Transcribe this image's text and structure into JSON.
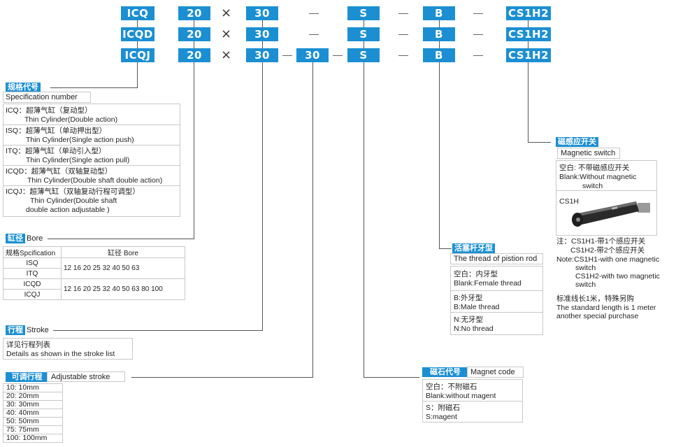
{
  "codes": {
    "rows": [
      {
        "model": "ICQ",
        "bore": "20",
        "times": "×",
        "stroke": "30",
        "adj": "",
        "magnet": "S",
        "thread": "B",
        "switch": "CS1H2"
      },
      {
        "model": "ICQD",
        "bore": "20",
        "times": "×",
        "stroke": "30",
        "adj": "",
        "magnet": "S",
        "thread": "B",
        "switch": "CS1H2"
      },
      {
        "model": "ICQJ",
        "bore": "20",
        "times": "×",
        "stroke": "30",
        "adj": "30",
        "magnet": "S",
        "thread": "B",
        "switch": "CS1H2"
      }
    ]
  },
  "spec": {
    "tag": "规格代号",
    "title_en": "Specification number",
    "items": [
      {
        "cn": "ICQ：超薄气缸（复动型）",
        "en": "Thin Cylinder(Double action)"
      },
      {
        "cn": "ISQ：超薄气缸（单动押出型）",
        "en": "Thin Cylinder(Single action push)"
      },
      {
        "cn": "ITQ：超薄气缸（单动引入型）",
        "en": "Thin Cylinder(Single action pull)"
      },
      {
        "cn": "ICQD：超薄气缸（双轴复动型）",
        "en": "Thin Cylinder(Double shaft double action)"
      },
      {
        "cn": "ICQJ：超薄气缸（双轴复动行程可调型）",
        "en": "Thin Cylinder(Double shaft",
        "en2": "double action adjustable )"
      }
    ]
  },
  "bore": {
    "tag": "缸径",
    "title_en": "Bore",
    "header_spec": "规格Spcification",
    "header_bore": "缸径 Bore",
    "rows": [
      {
        "spec": "ISQ"
      },
      {
        "spec": "ITQ"
      },
      {
        "spec": "ICQD"
      },
      {
        "spec": "ICQJ"
      }
    ],
    "sizes_1": "12  16  20  25  32  40  50  63",
    "sizes_2": "12  16  20  25  32  40  50  63  80  100"
  },
  "stroke": {
    "tag": "行程",
    "title_en": "Stroke",
    "line_cn": "详见行程列表",
    "line_en": "Details as shown in the stroke list"
  },
  "adjustable": {
    "tag": "可调行程",
    "title_en": "Adjustable stroke",
    "items": [
      "10:  10mm",
      "20:  20mm",
      "30:  30mm",
      "40:  40mm",
      "50:  50mm",
      "75:  75mm",
      "100:  100mm"
    ]
  },
  "magnet": {
    "tag": "磁石代号",
    "title_en": "Magnet code",
    "lines": [
      "空白：不附磁石",
      "Blank:without magent",
      "S：附磁石",
      "S:magent"
    ]
  },
  "thread": {
    "tag": "活塞杆牙型",
    "title_en": "The thread of pistion rod",
    "groups": [
      [
        "空白：内牙型",
        "Blank:Female thread"
      ],
      [
        "B:外牙型",
        "B:Male thread"
      ],
      [
        "N:无牙型",
        "N:No thread"
      ]
    ]
  },
  "switch": {
    "tag": "磁感应开关",
    "title_en": "Magnetic switch",
    "blank_cn": "空白: 不带磁感应开关",
    "blank_en": "Blank:Without magnetic",
    "blank_en2": "switch",
    "model": "CS1H",
    "notes": [
      "注：CS1H1-带1个感应开关",
      "CS1H2-带2个感应开关",
      "Note:CS1H1-with one  magnetic",
      "switch",
      "CS1H2-with two  magnetic",
      "switch"
    ],
    "std_cn": "标准线长1米，特殊另购",
    "std_en": "The standard length is 1 meter",
    "std_en2": "another special purchase"
  },
  "colors": {
    "accent": "#1b8fd2"
  }
}
